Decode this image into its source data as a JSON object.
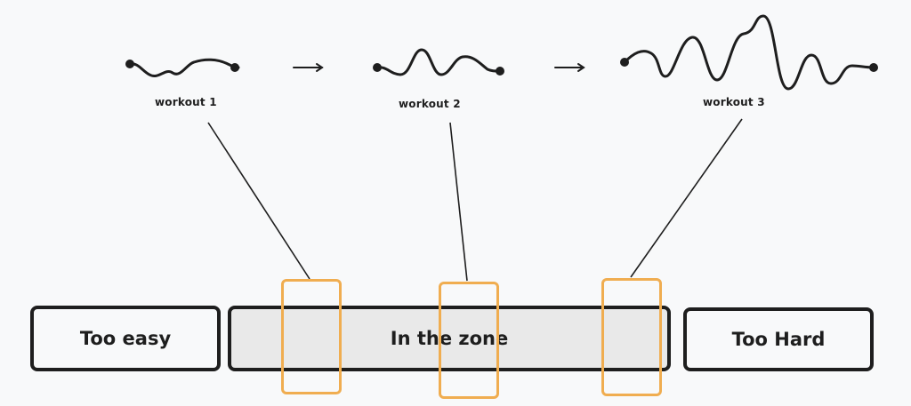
{
  "workouts": [
    {
      "label": "workout 1"
    },
    {
      "label": "workout 2"
    },
    {
      "label": "workout 3"
    }
  ],
  "zones": [
    {
      "label": "Too easy"
    },
    {
      "label": "In the zone"
    },
    {
      "label": "Too Hard"
    }
  ],
  "colors": {
    "ink": "#1e1e1e",
    "marker": "#f0ad50",
    "zone_fill": "#e9e9e9",
    "background": "#f8f9fa"
  }
}
